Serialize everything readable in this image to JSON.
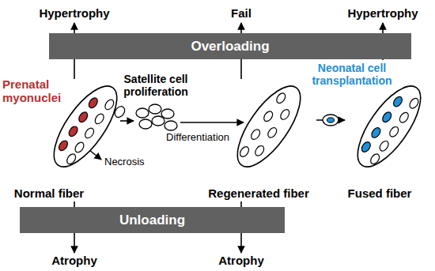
{
  "diagram": {
    "nodes": [
      {
        "text": [
          "Overloading"
        ]
      },
      {
        "text": [
          "Normal fiber"
        ]
      },
      {
        "text": [
          "Regenerated fiber"
        ]
      },
      {
        "text": [
          "Fused fiber"
        ]
      },
      {
        "text": [
          "Unloading"
        ]
      }
    ],
    "edges": [
      {
        "from": 2,
        "to": 3,
        "arrow": "to"
      }
    ],
    "labels": [
      "Hypertrophy",
      "Fail",
      "Hypertrophy",
      "Prenatal myonuclei",
      "Satellite cell proliferation",
      "Necrosis",
      "Differentiation",
      "Neonatal cell transplantation",
      "Atrophy",
      "Atrophy"
    ]
  }
}
